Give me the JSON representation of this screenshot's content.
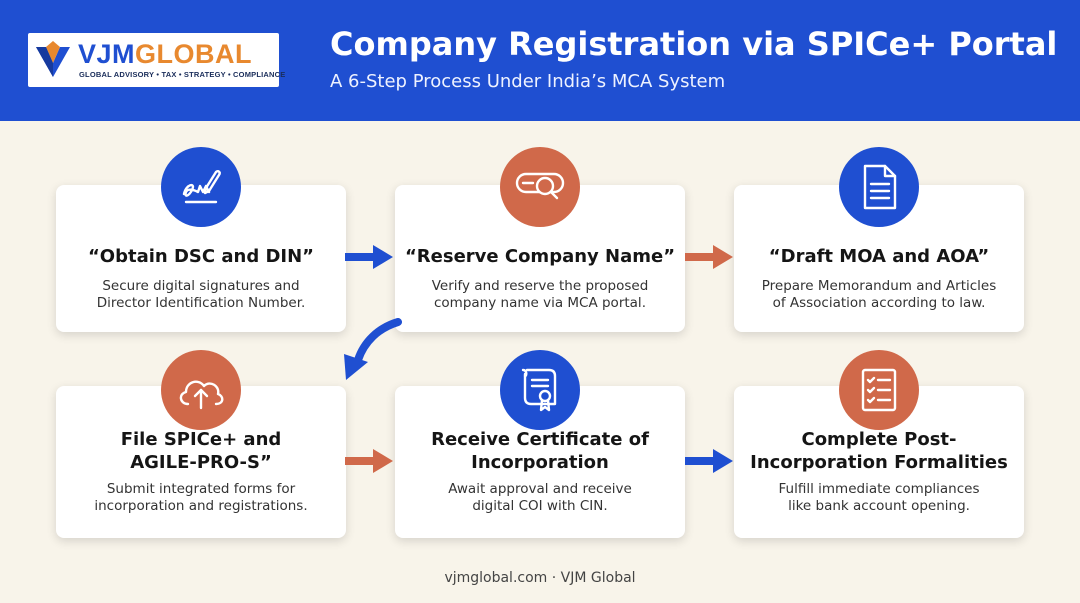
{
  "header": {
    "logo_name_part1": "VJM",
    "logo_name_part2": "GLOBAL",
    "logo_tagline": "GLOBAL ADVISORY • TAX • STRATEGY • COMPLIANCE",
    "title": "Company Registration via SPICe+ Portal",
    "subtitle": "A 6-Step Process Under India’s MCA System"
  },
  "colors": {
    "brand_blue": "#1f4fd1",
    "accent_orange": "#d0694a",
    "background": "#f8f4ea"
  },
  "steps": [
    {
      "title": "“Obtain DSC and DIN”",
      "desc_line1": "Secure digital signatures and",
      "desc_line2": "Director Identification Number.",
      "icon": "signature-icon",
      "circle": "blue"
    },
    {
      "title": "“Reserve Company Name”",
      "desc_line1": "Verify and reserve the proposed",
      "desc_line2": "company name via MCA portal.",
      "icon": "search-name-icon",
      "circle": "orange"
    },
    {
      "title": "“Draft MOA and AOA”",
      "desc_line1": "Prepare Memorandum and Articles",
      "desc_line2": "of Association according to law.",
      "icon": "document-icon",
      "circle": "blue"
    },
    {
      "title_line1": "File SPICe+ and",
      "title_line2": "AGILE-PRO-S”",
      "desc_line1": "Submit integrated forms for",
      "desc_line2": "incorporation and registrations.",
      "icon": "cloud-upload-icon",
      "circle": "orange"
    },
    {
      "title_line1": "Receive Certificate of",
      "title_line2": "Incorporation",
      "desc_line1": "Await approval and receive",
      "desc_line2": "digital COI with CIN.",
      "icon": "certificate-icon",
      "circle": "blue"
    },
    {
      "title_line1": "Complete Post-",
      "title_line2": "Incorporation Formalities",
      "desc_line1": "Fulfill immediate compliances",
      "desc_line2": "like bank account opening.",
      "icon": "checklist-icon",
      "circle": "orange"
    }
  ],
  "footer": "vjmglobal.com · VJM Global"
}
